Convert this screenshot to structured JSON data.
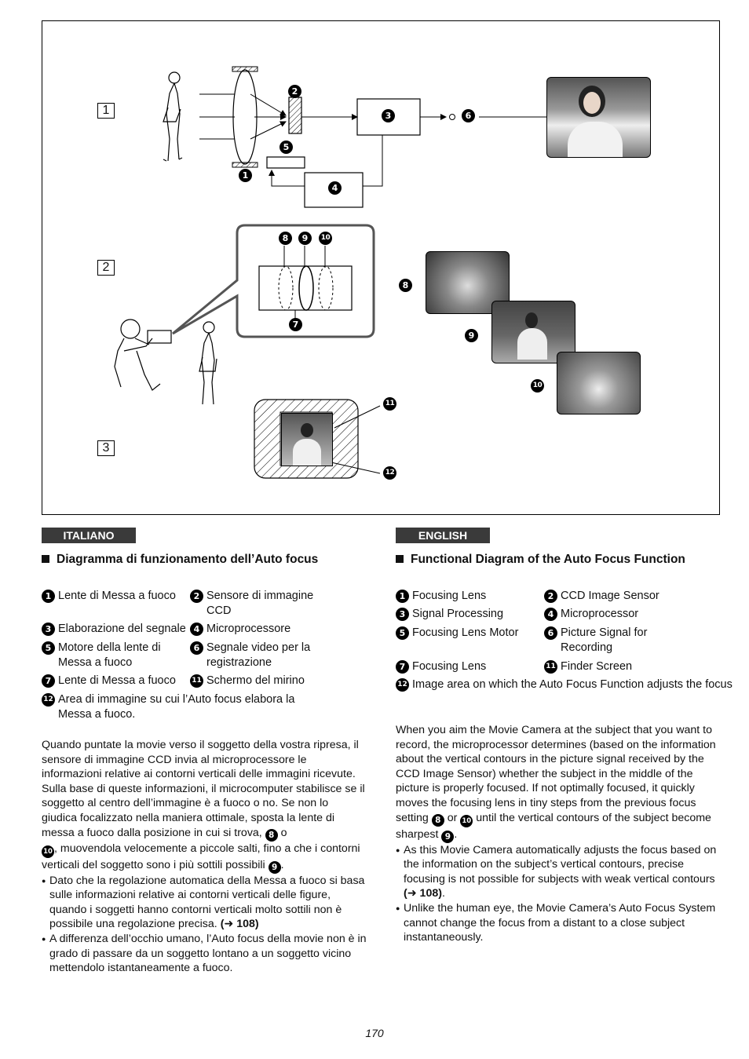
{
  "figure": {
    "section_labels": [
      "1",
      "2",
      "3"
    ],
    "bullets": [
      "1",
      "2",
      "3",
      "4",
      "5",
      "6",
      "7",
      "8",
      "9",
      "10",
      "11",
      "12"
    ]
  },
  "italiano": {
    "lang": "ITALIANO",
    "heading": "Diagramma di funzionamento dell’Auto focus",
    "legend": {
      "l1": "Lente di Messa a fuoco",
      "l2": "Sensore di immagine CCD",
      "l3": "Elaborazione del segnale",
      "l4": "Microprocessore",
      "l5": "Motore della lente di Messa a fuoco",
      "l6": "Segnale video per la registrazione",
      "l7": "Lente di Messa a fuoco",
      "l11": "Schermo del mirino",
      "l12": "Area di immagine su cui l’Auto focus elabora la Messa a fuoco."
    },
    "p1": "Quando puntate la movie verso il soggetto della vostra ripresa, il sensore di immagine CCD invia al microprocessore le informazioni relative ai contorni verticali delle immagini ricevute. Sulla base di queste informazioni, il microcomputer stabilisce se il soggetto al centro dell’immagine è a fuoco o no. Se non lo giudica focalizzato nella maniera ottimale, sposta la lente di messa a fuoco dalla posizione in cui si trova,",
    "p1_or": "o",
    "p1_b": ", muovendola velocemente a piccole salti, fino a che i contorni verticali del soggetto sono i più sottili possibili",
    "p1_end": ".",
    "bullet1": "Dato che la regolazione automatica della Messa a fuoco si basa sulle informazioni relative ai contorni verticali delle figure, quando i soggetti hanno contorni verticali molto sottili non è possibile una regolazione precisa.",
    "bullet1_ref": "(➜ 108)",
    "bullet2": "A differenza dell’occhio umano, l’Auto focus della movie non è in grado di passare da un soggetto lontano a un soggetto vicino mettendolo istantaneamente a fuoco."
  },
  "english": {
    "lang": "ENGLISH",
    "heading": "Functional Diagram of the Auto Focus Function",
    "legend": {
      "l1": "Focusing Lens",
      "l2": "CCD Image Sensor",
      "l3": "Signal Processing",
      "l4": "Microprocessor",
      "l5": "Focusing Lens Motor",
      "l6": "Picture Signal for Recording",
      "l7": "Focusing Lens",
      "l11": "Finder Screen",
      "l12": "Image area on which the Auto Focus Function adjusts the focus"
    },
    "p1": "When you aim the Movie Camera at the subject that you want to record, the microprocessor determines (based on the information about the vertical contours in the picture signal received by the CCD Image Sensor) whether the subject in the middle of the picture is properly focused. If not optimally focused, it quickly moves the focusing lens in tiny steps from the previous focus setting",
    "p1_or": "or",
    "p1_b": "until the vertical contours of the subject become sharpest",
    "p1_end": ".",
    "bullet1": "As this Movie Camera automatically adjusts the focus based on the information on the subject’s vertical contours, precise focusing is not possible for subjects with weak vertical contours",
    "bullet1_ref": "(➜ 108)",
    "bullet1_end": ".",
    "bullet2": "Unlike the human eye, the Movie Camera’s Auto Focus System cannot change the focus from a distant to a close subject instantaneously."
  },
  "page_number": "170"
}
